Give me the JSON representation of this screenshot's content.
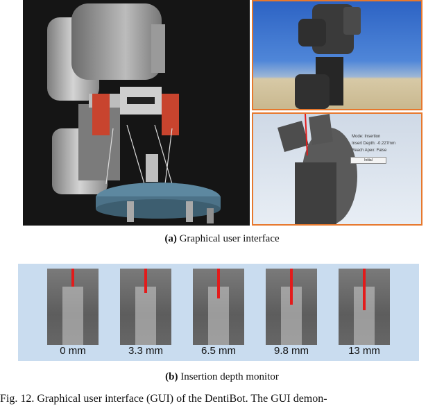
{
  "panel_a": {
    "photo_alt": "",
    "simulator_hud": {
      "mode": "Mode: Insertion",
      "insert_depth": "Insert Depth: -0.227mm",
      "reach_apex": "Reach Apex: False",
      "button": "Initial"
    },
    "caption_label": "(a)",
    "caption_text": "Graphical user interface"
  },
  "panel_b": {
    "frames": [
      {
        "label": "0 mm",
        "depth_fraction": 0.0
      },
      {
        "label": "3.3 mm",
        "depth_fraction": 0.25
      },
      {
        "label": "6.5 mm",
        "depth_fraction": 0.5
      },
      {
        "label": "9.8 mm",
        "depth_fraction": 0.75
      },
      {
        "label": "13 mm",
        "depth_fraction": 1.0
      }
    ],
    "caption_label": "(b)",
    "caption_text": "Insertion depth monitor"
  },
  "figure_caption": "Fig. 12.  Graphical user interface (GUI) of the DentiBot. The GUI demon-",
  "colors": {
    "frame_border": "#e7782d",
    "monitor_bg": "#c9dcef",
    "tip_red": "#e31b1b"
  }
}
